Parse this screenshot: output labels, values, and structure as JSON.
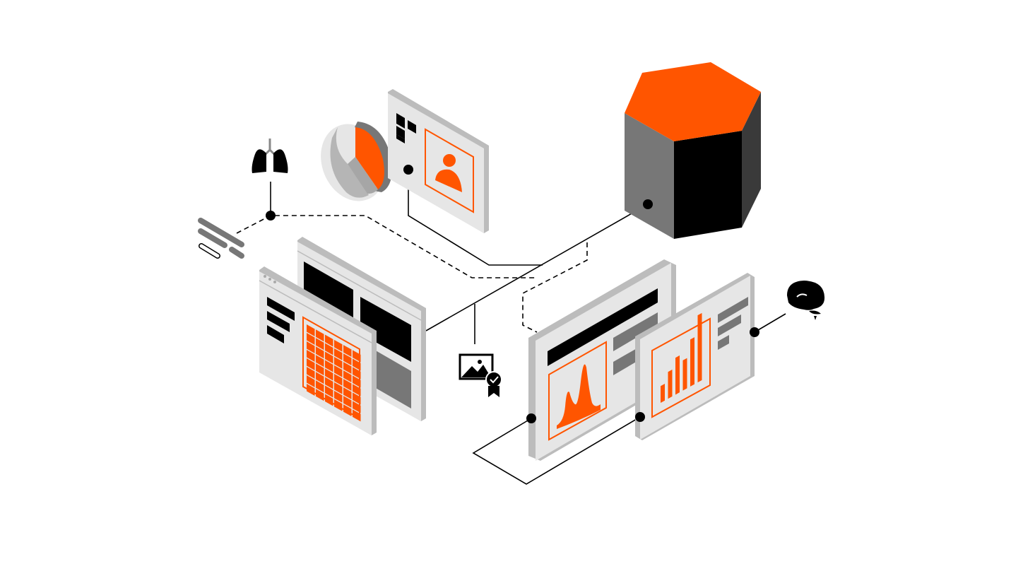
{
  "colors": {
    "accent": "#ff5500",
    "black": "#000000",
    "dark_gray": "#3a3a3a",
    "mid_gray": "#777777",
    "light_gray": "#c4c4c4",
    "panel": "#e6e6e6",
    "line": "#000000",
    "background": "#ffffff"
  },
  "icons": [
    "lungs-icon",
    "blood-cells-icon",
    "brain-icon",
    "certified-image-icon",
    "hexagonal-prism-icon",
    "pie-chart-icon"
  ],
  "panels": [
    "profile-card-panel",
    "layout-panel",
    "grid-image-panel",
    "distribution-chart-panel",
    "bar-chart-panel"
  ],
  "bar_chart": {
    "values": [
      0.25,
      0.4,
      0.55,
      0.45,
      0.7,
      1.0
    ]
  }
}
